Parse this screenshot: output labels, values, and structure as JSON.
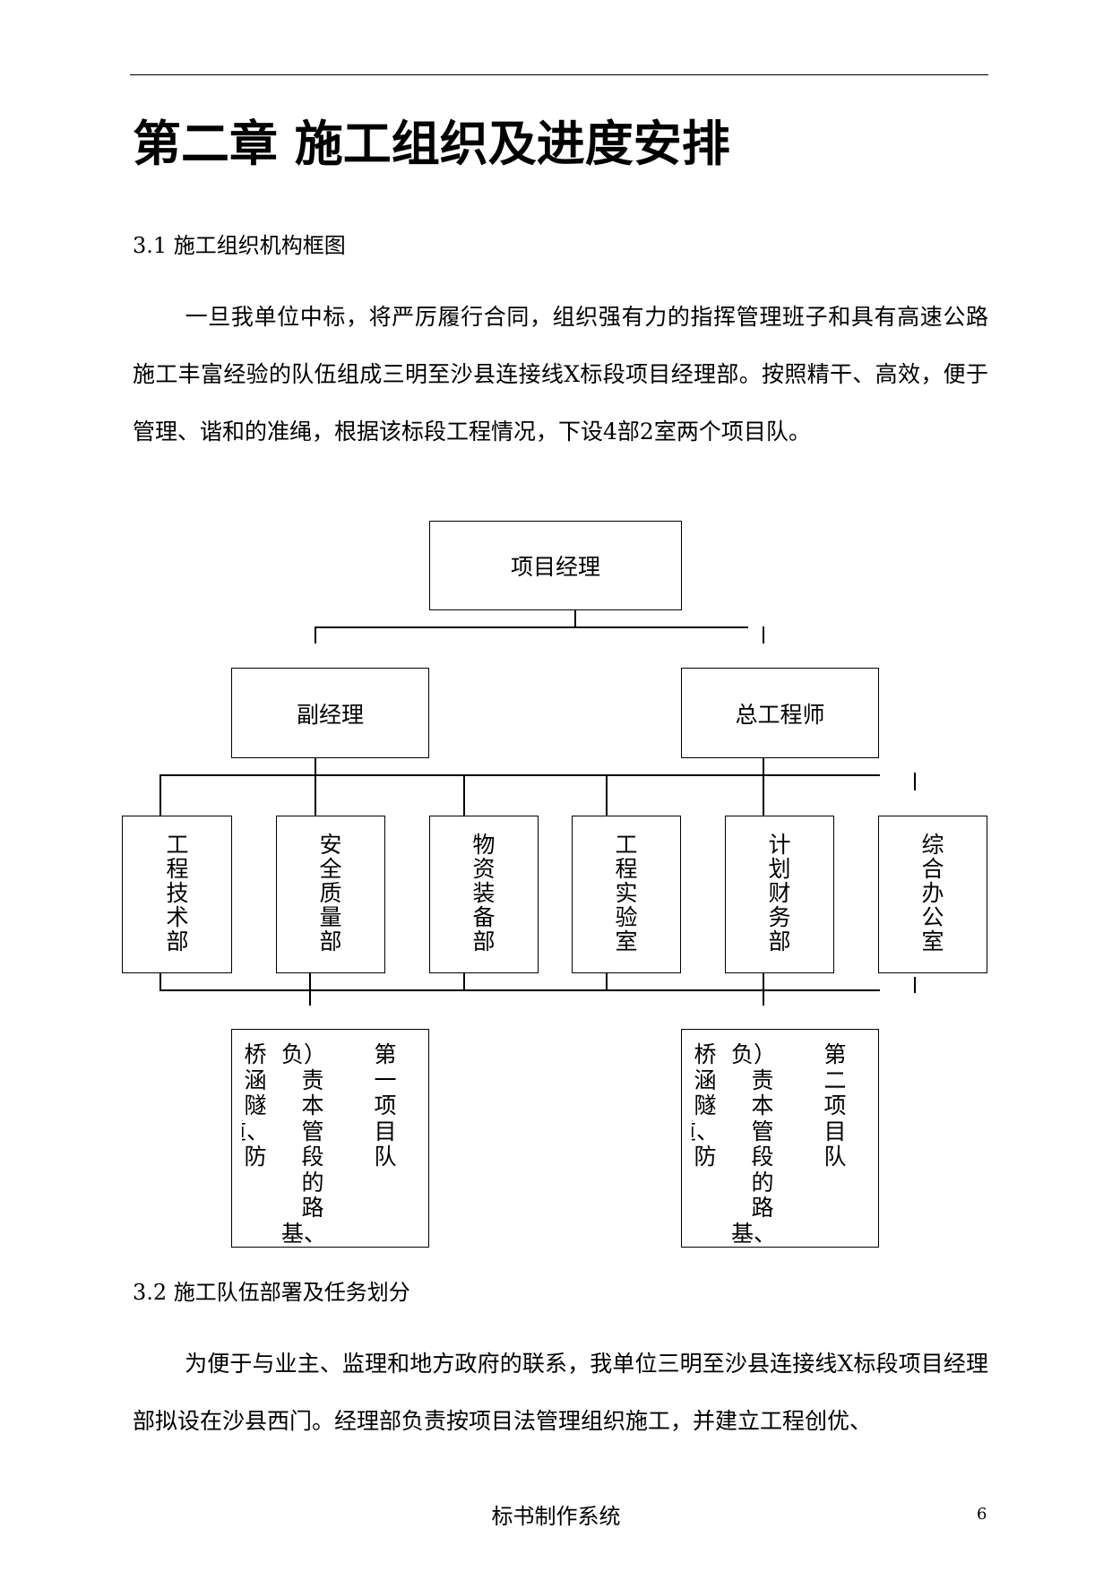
{
  "chapter_title": "第二章 施工组织及进度安排",
  "section_1": {
    "title": "3.1 施工组织机构框图",
    "paragraph": "一旦我单位中标，将严厉履行合同，组织强有力的指挥管理班子和具有高速公路施工丰富经验的队伍组成三明至沙县连接线X标段项目经理部。按照精干、高效，便于管理、谐和的准绳，根据该标段工程情况，下设4部2室两个项目队。"
  },
  "org_chart": {
    "top": "项目经理",
    "second": [
      "副经理",
      "总工程师"
    ],
    "departments": [
      "工程技术部",
      "安全质量部",
      "物资装备部",
      "工程实验室",
      "计划财务部",
      "综合办公室"
    ],
    "teams": [
      {
        "name": "第一项目队",
        "note": "（负责本管段的路基、桥涵隧道、防"
      },
      {
        "name": "第二项目队",
        "note": "（负责本管段的路基、桥涵隧道、防"
      }
    ]
  },
  "section_2": {
    "title": "3.2 施工队伍部署及任务划分",
    "paragraph": "为便于与业主、监理和地方政府的联系，我单位三明至沙县连接线X标段项目经理部拟设在沙县西门。经理部负责按项目法管理组织施工，并建立工程创优、"
  },
  "footer": {
    "title": "标书制作系统",
    "page_number": "6"
  }
}
